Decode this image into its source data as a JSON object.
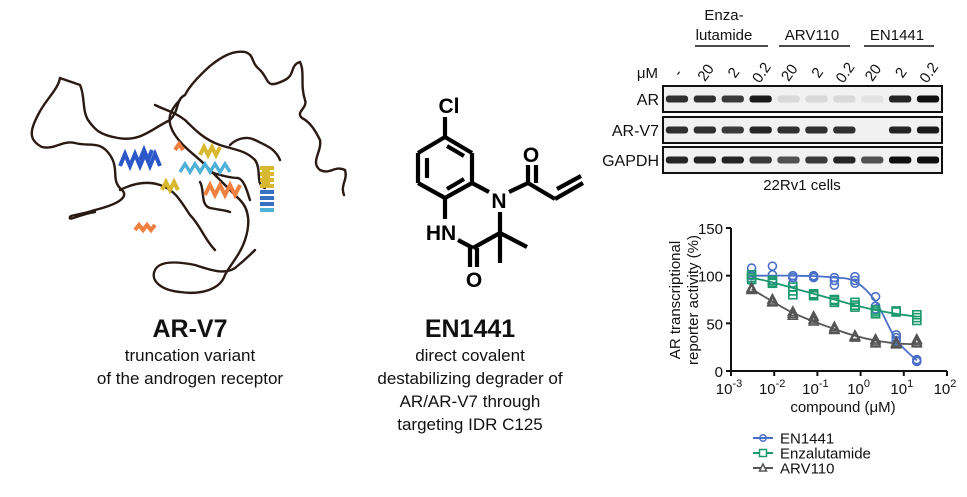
{
  "panels": {
    "protein": {
      "title": "AR-V7",
      "description_lines": [
        "truncation variant",
        "of the androgen receptor"
      ]
    },
    "compound": {
      "title": "EN1441",
      "description_lines": [
        "direct covalent",
        "destabilizing degrader of",
        "AR/AR-V7 through",
        "targeting IDR C125"
      ],
      "structure_atoms": {
        "chlorine": "Cl",
        "acyl_oxygen": "O",
        "amide_oxygen": "O",
        "ring_nitrogen": "N",
        "amide_nh": "HN"
      }
    },
    "western_blot": {
      "groups": [
        {
          "label_lines": [
            "Enza-",
            "lutamide"
          ]
        },
        {
          "label_lines": [
            "ARV110"
          ]
        },
        {
          "label_lines": [
            "EN1441"
          ]
        }
      ],
      "unit_label": "μM",
      "lanes": [
        "-",
        "20",
        "2",
        "0.2",
        "20",
        "2",
        "0.2",
        "20",
        "2",
        "0.2"
      ],
      "rows": [
        {
          "label": "AR",
          "band_intensity": [
            0.85,
            0.85,
            0.8,
            0.95,
            0.08,
            0.08,
            0.08,
            0.04,
            0.9,
            1.0
          ]
        },
        {
          "label": "AR-V7",
          "band_intensity": [
            0.85,
            0.85,
            0.8,
            0.9,
            0.85,
            0.85,
            0.85,
            0.0,
            0.9,
            0.95
          ]
        },
        {
          "label": "GAPDH",
          "band_intensity": [
            0.9,
            0.9,
            0.9,
            0.8,
            0.7,
            0.8,
            0.9,
            0.7,
            1.0,
            1.0
          ]
        }
      ],
      "caption": "22Rv1 cells"
    }
  },
  "chart_data": {
    "type": "scatter",
    "title": "",
    "xlabel": "compound (μM)",
    "ylabel_lines": [
      "AR transcriptional",
      "reporter activity (%)"
    ],
    "xscale": "log",
    "xlim": [
      0.001,
      100
    ],
    "ylim": [
      0,
      150
    ],
    "x_ticks": [
      {
        "base": "10",
        "exp": "-3",
        "value": 0.001
      },
      {
        "base": "10",
        "exp": "-2",
        "value": 0.01
      },
      {
        "base": "10",
        "exp": "-1",
        "value": 0.1
      },
      {
        "base": "10",
        "exp": "0",
        "value": 1
      },
      {
        "base": "10",
        "exp": "1",
        "value": 10
      },
      {
        "base": "10",
        "exp": "2",
        "value": 100
      }
    ],
    "y_ticks": [
      0,
      50,
      100,
      150
    ],
    "grid": false,
    "legend_position": "bottom-left",
    "x": [
      0.003,
      0.0091,
      0.027,
      0.082,
      0.247,
      0.74,
      2.22,
      6.67,
      20
    ],
    "series": [
      {
        "name": "EN1441",
        "color": "#4a6fc9",
        "marker": "circle",
        "values": [
          100,
          101,
          97,
          99,
          95,
          95,
          70,
          35,
          11
        ],
        "replicates": [
          [
            95,
            100,
            108
          ],
          [
            95,
            101,
            110
          ],
          [
            92,
            98,
            100
          ],
          [
            98,
            99,
            100
          ],
          [
            90,
            95,
            98
          ],
          [
            92,
            95,
            99
          ],
          [
            65,
            68,
            78
          ],
          [
            32,
            35,
            38
          ],
          [
            10,
            11,
            12
          ]
        ],
        "fit": [
          100,
          100,
          100,
          99.5,
          98,
          94,
          73,
          33,
          11
        ]
      },
      {
        "name": "Enzalutamide",
        "color": "#1a9a6c",
        "marker": "square",
        "values": [
          98,
          93,
          84,
          80,
          74,
          69,
          62,
          62,
          56
        ],
        "replicates": [
          [
            96,
            98,
            101
          ],
          [
            92,
            93,
            95
          ],
          [
            80,
            84,
            88
          ],
          [
            79,
            80,
            81
          ],
          [
            72,
            74,
            75
          ],
          [
            67,
            69,
            72
          ],
          [
            60,
            62,
            64
          ],
          [
            62,
            62,
            63
          ],
          [
            53,
            56,
            59
          ]
        ],
        "fit": [
          98,
          93,
          87,
          81,
          75,
          69,
          64,
          60,
          57
        ]
      },
      {
        "name": "ARV110",
        "color": "#555555",
        "marker": "triangle",
        "values": [
          86,
          73,
          60,
          54,
          44,
          36,
          31,
          29,
          31
        ],
        "replicates": [
          [
            85,
            86,
            87
          ],
          [
            72,
            73,
            75
          ],
          [
            58,
            60,
            62
          ],
          [
            52,
            54,
            57
          ],
          [
            43,
            44,
            46
          ],
          [
            35,
            36,
            37
          ],
          [
            29,
            31,
            33
          ],
          [
            28,
            29,
            30
          ],
          [
            29,
            31,
            33
          ]
        ],
        "fit": [
          86,
          73,
          61,
          52,
          44,
          37,
          32,
          29,
          28
        ]
      }
    ]
  }
}
